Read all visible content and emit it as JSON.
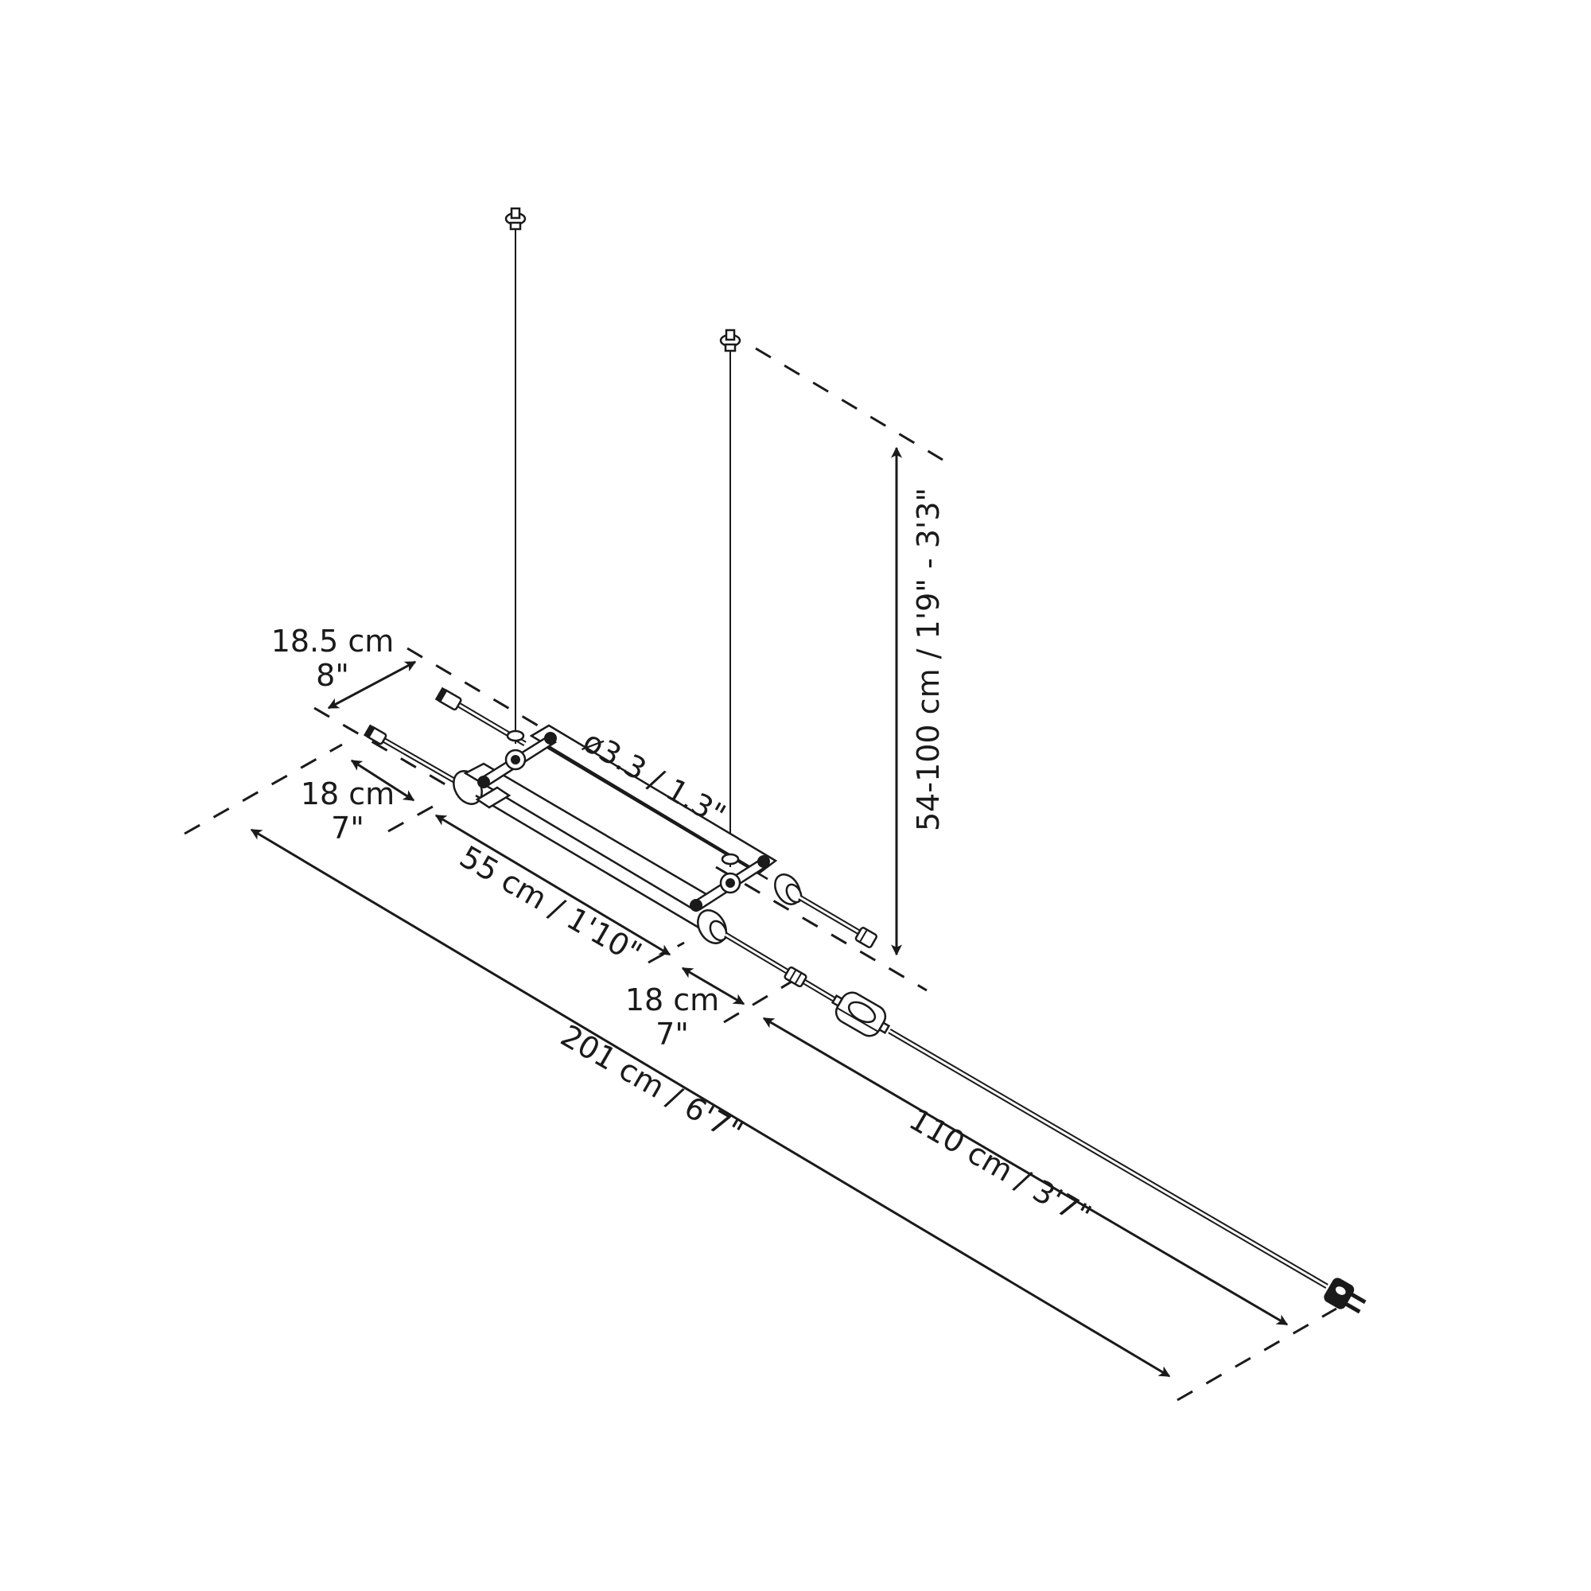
{
  "diagram": {
    "type": "technical-dimension-drawing",
    "subject": "suspended dual-tube linear pendant lamp with inline switch and plug",
    "colors": {
      "ink": "#1a1a1a",
      "background": "#ffffff"
    }
  },
  "dimensions": {
    "width_between_tubes": {
      "metric": "18.5 cm",
      "imperial": "8\""
    },
    "tube_diameter": {
      "label": "ø3.3 / 1.3\""
    },
    "suspension_height": {
      "label": "54-100 cm / 1'9\" - 3'3\""
    },
    "cable_left": {
      "metric": "18 cm",
      "imperial": "7\""
    },
    "tube_length": {
      "label": "55 cm / 1'10\""
    },
    "cable_right": {
      "metric": "18 cm",
      "imperial": "7\""
    },
    "total_length": {
      "label": "201 cm / 6'7\""
    },
    "power_cable": {
      "label": "110 cm / 3'7\""
    }
  },
  "parts": [
    {
      "name": "ceiling-anchor-left"
    },
    {
      "name": "ceiling-anchor-right"
    },
    {
      "name": "suspension-wire-left"
    },
    {
      "name": "suspension-wire-right"
    },
    {
      "name": "tube-front"
    },
    {
      "name": "tube-back"
    },
    {
      "name": "crossbar-left"
    },
    {
      "name": "crossbar-right"
    },
    {
      "name": "inline-switch"
    },
    {
      "name": "power-plug"
    }
  ]
}
